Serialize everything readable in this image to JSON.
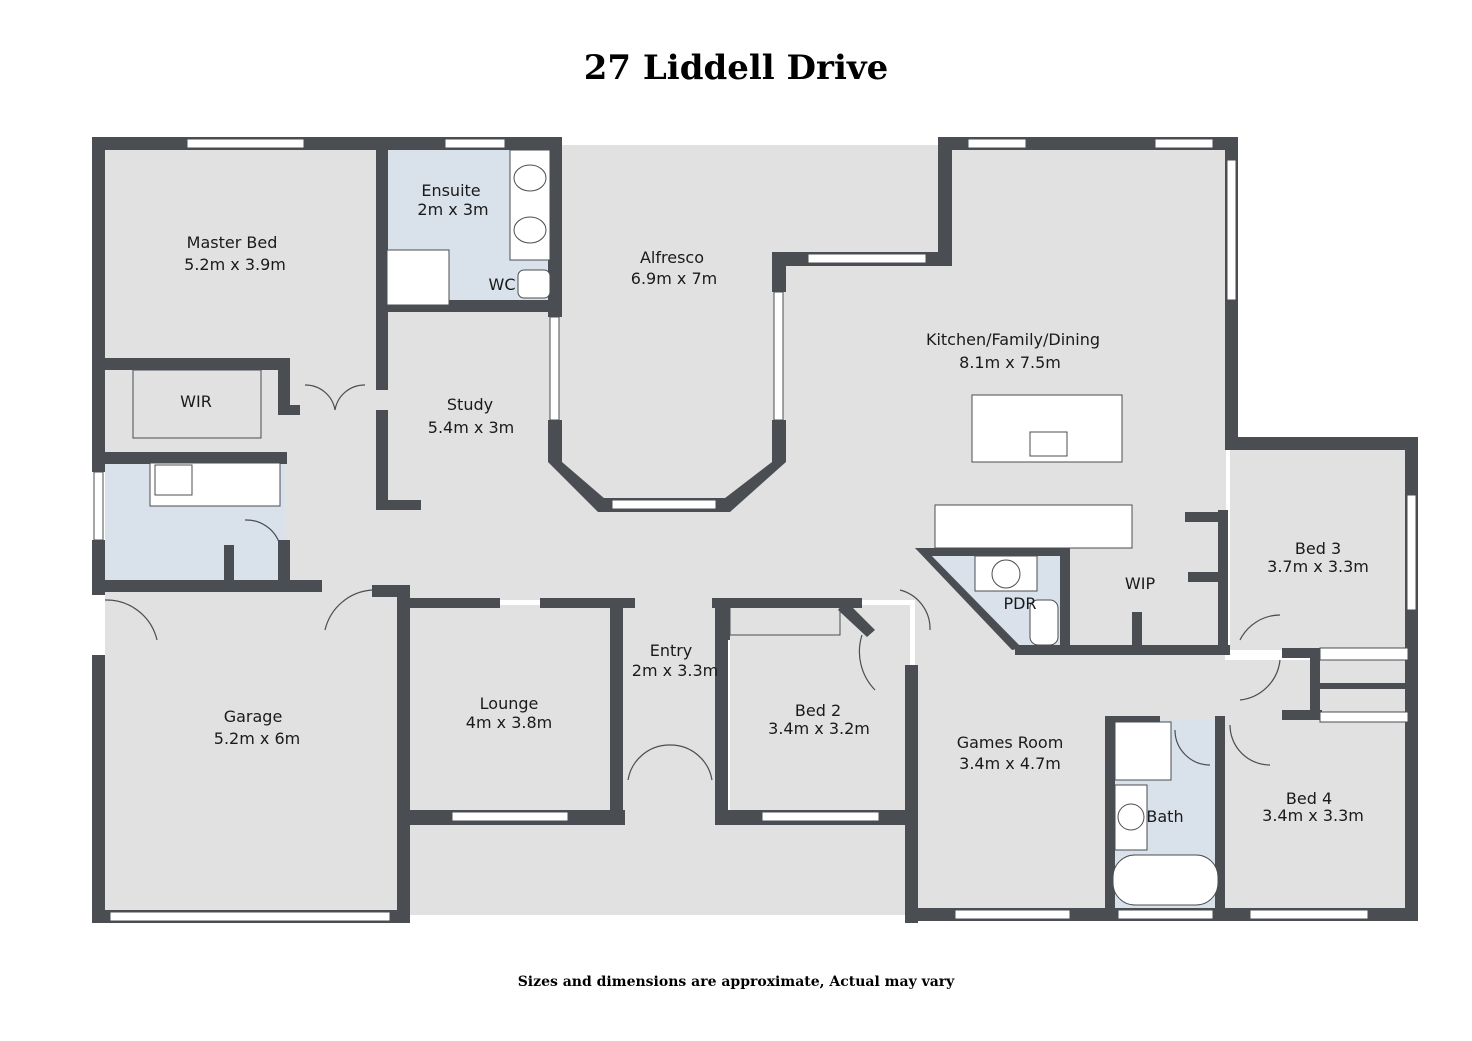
{
  "title": "27 Liddell Drive",
  "footnote": "Sizes and dimensions are approximate, Actual may vary",
  "rooms": [
    {
      "name": "Master Bed",
      "size": "5.2m x 3.9m"
    },
    {
      "name": "Ensuite",
      "size": "2m x 3m"
    },
    {
      "name": "WC",
      "size": ""
    },
    {
      "name": "Alfresco",
      "size": "6.9m x 7m"
    },
    {
      "name": "Kitchen/Family/Dining",
      "size": "8.1m x 7.5m"
    },
    {
      "name": "WIR",
      "size": ""
    },
    {
      "name": "Study",
      "size": "5.4m x 3m"
    },
    {
      "name": "Bed 3",
      "size": "3.7m x 3.3m"
    },
    {
      "name": "WIP",
      "size": ""
    },
    {
      "name": "PDR",
      "size": ""
    },
    {
      "name": "Entry",
      "size": "2m x 3.3m"
    },
    {
      "name": "Lounge",
      "size": "4m x 3.8m"
    },
    {
      "name": "Bed 2",
      "size": "3.4m x 3.2m"
    },
    {
      "name": "Garage",
      "size": "5.2m x 6m"
    },
    {
      "name": "Games Room",
      "size": "3.4m x 4.7m"
    },
    {
      "name": "Bath",
      "size": ""
    },
    {
      "name": "Bed 4",
      "size": "3.4m x 3.3m"
    }
  ],
  "colors": {
    "wall": "#4a4d52",
    "floor": "#e1e1e1",
    "wet_area": "#d9e1eb",
    "window": "#ffffff"
  }
}
